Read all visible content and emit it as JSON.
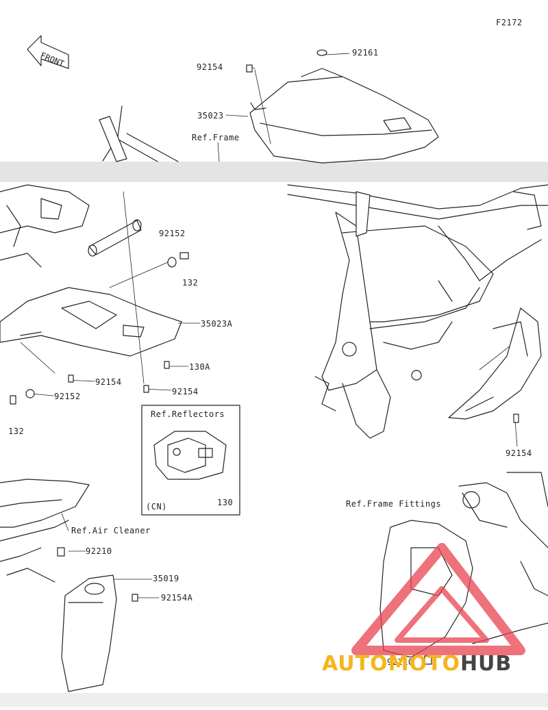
{
  "diagram_code": "F2172",
  "front_marker": "FRONT",
  "ref_labels": {
    "frame": "Ref.Frame",
    "reflectors": "Ref.Reflectors",
    "air_cleaner": "Ref.Air Cleaner",
    "frame_fittings": "Ref.Frame Fittings"
  },
  "inset_note": "(CN)",
  "part_numbers": {
    "p92161": "92161",
    "p92154_top": "92154",
    "p35023": "35023",
    "p92152_upper": "92152",
    "p132_upper": "132",
    "p35023A": "35023A",
    "p130A": "130A",
    "p92154_left": "92154",
    "p92154_center": "92154",
    "p92152_lower": "92152",
    "p132_lower": "132",
    "p130": "130",
    "p92154_right": "92154",
    "p92210_left": "92210",
    "p35019": "35019",
    "p92154A": "92154A",
    "p92210_right": "92210"
  },
  "watermark": {
    "part1": "AUTO",
    "part2": "MOTO",
    "part3": "HUB",
    "accent": "#f5b51b",
    "dark": "#444444",
    "logo_color": "#e8434f"
  }
}
